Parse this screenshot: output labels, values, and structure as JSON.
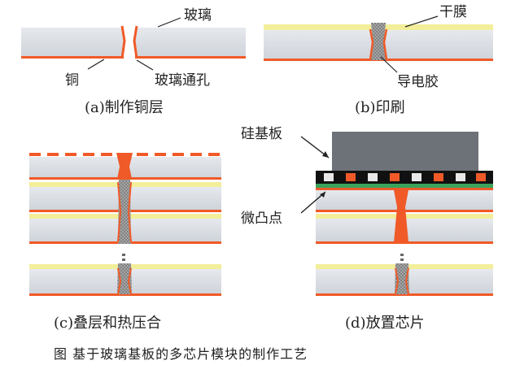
{
  "panel_a": {
    "caption": "(a)制作铜层",
    "label_glass": "玻璃",
    "label_copper": "铜",
    "label_via": "玻璃通孔"
  },
  "panel_b": {
    "caption": "(b)印刷",
    "label_dryfilm": "干膜",
    "label_paste": "导电胶"
  },
  "panel_c": {
    "caption": "(c)叠层和热压合"
  },
  "panel_d": {
    "caption": "(d)放置芯片",
    "label_silicon": "硅基板",
    "label_bump": "微凸点"
  },
  "figure_caption": "图   基于玻璃基板的多芯片模块的制作工艺",
  "colors": {
    "glass": "#d9dde3",
    "copper": "#f05a28",
    "dryfilm": "#f2ee9a",
    "paste": "#8c8c8c",
    "silicon": "#6d7278",
    "bump_black": "#111111",
    "bump_green": "#3aa35a"
  }
}
